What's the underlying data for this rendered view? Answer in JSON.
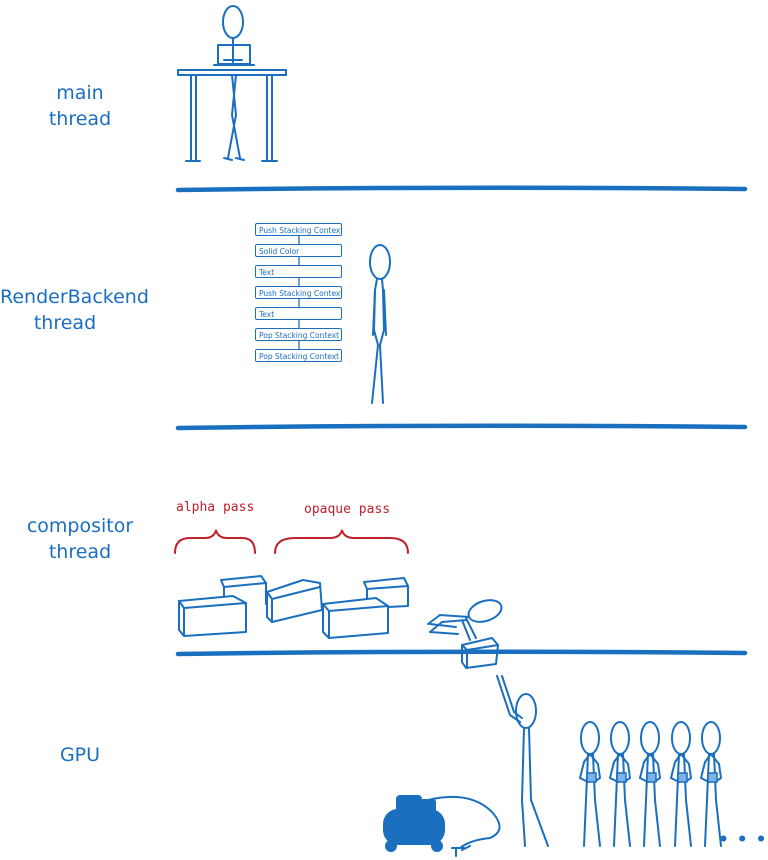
{
  "lanes": {
    "main": {
      "line1": "main",
      "line2": "thread"
    },
    "renderbackend": {
      "line1": "RenderBackend",
      "line2": "thread"
    },
    "compositor": {
      "line1": "compositor",
      "line2": "thread"
    },
    "gpu": {
      "line1": "GPU"
    }
  },
  "display_list": [
    "Push Stacking Context",
    "Solid Color",
    "Text",
    "Push Stacking Context",
    "Text",
    "Pop Stacking Context",
    "Pop Stacking Context"
  ],
  "passes": {
    "alpha": "alpha pass",
    "opaque": "opaque pass"
  },
  "ellipsis": "• • •",
  "colors": {
    "ink": "#1a6fbf",
    "pass_label": "#c0222c",
    "background": "#ffffff"
  }
}
